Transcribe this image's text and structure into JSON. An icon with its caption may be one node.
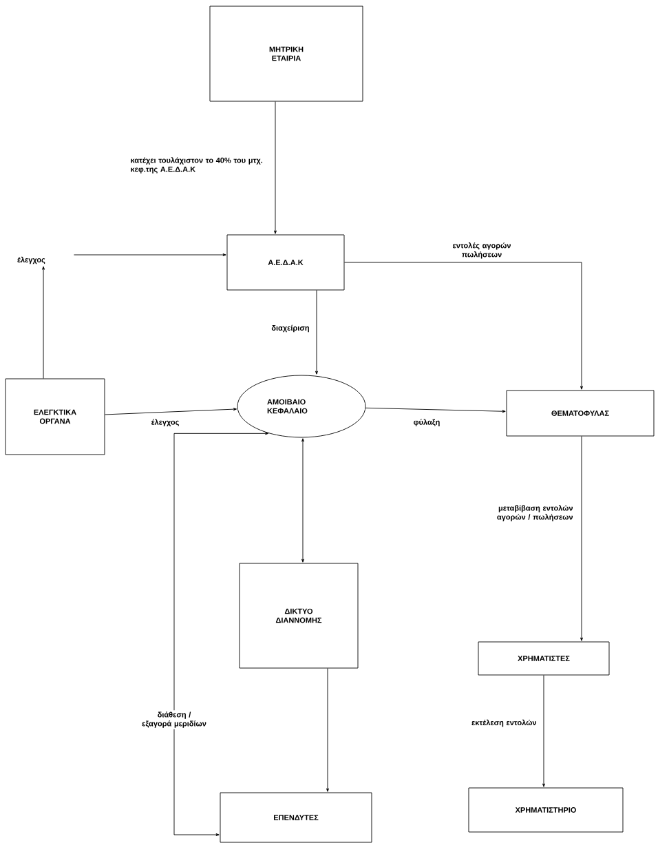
{
  "diagram": {
    "nodes": [
      {
        "text": [
          "ΜΗΤΡΙΚΗ ΕΤΑΙΡΙΑ"
        ]
      },
      {
        "text": [
          "έλεγχος"
        ]
      },
      {
        "text": [
          "Α.Ε.Δ.Α.Κ"
        ]
      },
      {
        "text": [
          "ΕΛΕΓΚΤΙΚΑ ΟΡΓΑΝΑ"
        ]
      },
      {
        "text": [
          "ΑΜΟΙΒΑΙΟ ΚΕΦΑΛΑΙΟ"
        ]
      },
      {
        "text": [
          "ΘΕΜΑΤΟΦΥΛΑΣ"
        ]
      },
      {
        "text": [
          "ΔΙΚΤΥΟ ΔΙΑΝΝΟΜΗΣ"
        ]
      },
      {
        "text": [
          "ΧΡΗΜΑΤΙΣΤΕΣ"
        ]
      },
      {
        "text": [
          "ΕΠΕΝΔΥΤΕΣ"
        ]
      },
      {
        "text": [
          "ΧΡΗΜΑΤΙΣΤΗΡΙΟ"
        ]
      }
    ],
    "edges": [
      {
        "from": 0,
        "to": 2,
        "arrow": "to",
        "label": "κατέχει τουλάχιστον το 40% του μτχ. κεφ.της Α.Ε.Δ.Α.Κ"
      },
      {
        "from": 3,
        "to": 1,
        "arrow": "to"
      },
      {
        "from": 1,
        "to": 2,
        "arrow": "to"
      },
      {
        "from": 2,
        "to": 5,
        "arrow": "to",
        "label": "εντολές αγορών πωλήσεων"
      },
      {
        "from": 2,
        "to": 4,
        "arrow": "to",
        "label": "διαχείριση"
      },
      {
        "from": 3,
        "to": 4,
        "arrow": "to",
        "label": "έλεγχος"
      },
      {
        "from": 4,
        "to": 5,
        "arrow": "to",
        "label": "φύλαξη"
      },
      {
        "from": 4,
        "to": 6,
        "arrow": "both"
      },
      {
        "from": 5,
        "to": 7,
        "arrow": "to",
        "label": "μεταβίβαση εντολών αγορών / πωλήσεων"
      },
      {
        "from": 7,
        "to": 9,
        "arrow": "to",
        "label": "εκτέλεση εντολών"
      },
      {
        "from": 6,
        "to": 8,
        "arrow": "to"
      },
      {
        "from": 4,
        "to": 8,
        "arrow": "both",
        "label": "διάθεση / εξαγορά μεριδίων"
      }
    ]
  }
}
